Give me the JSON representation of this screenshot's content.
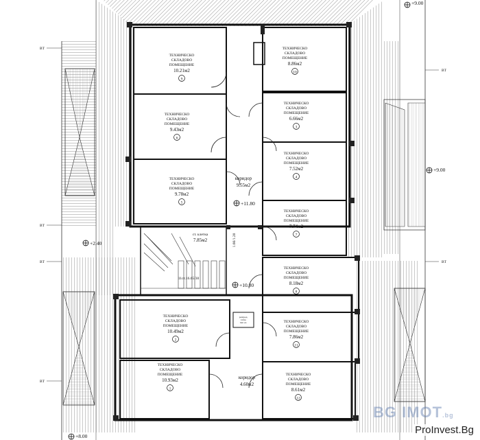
{
  "rooms": [
    {
      "id": "9",
      "line1": "ТЕХНИЧЕСКО",
      "line2": "СКЛАДОВО",
      "line3": "ПОМЕЩЕНИЕ",
      "area": "10.21м2",
      "num": "9"
    },
    {
      "id": "10",
      "line1": "ТЕХНИЧЕСКО",
      "line2": "СКЛАДОВО",
      "line3": "ПОМЕЩЕНИЕ",
      "area": "8.86м2",
      "num": "10"
    },
    {
      "id": "6",
      "line1": "ТЕХНИЧЕСКО",
      "line2": "СКЛАДОВО",
      "line3": "ПОМЕЩЕНИЕ",
      "area": "9.43м2",
      "num": "6"
    },
    {
      "id": "3",
      "line1": "ТЕХНИЧЕСКО",
      "line2": "СКЛАДОВО",
      "line3": "ПОМЕЩЕНИЕ",
      "area": "6.66м2",
      "num": "3"
    },
    {
      "id": "4",
      "line1": "ТЕХНИЧЕСКО",
      "line2": "СКЛАДОВО",
      "line3": "ПОМЕЩЕНИЕ",
      "area": "7.52м2",
      "num": "4"
    },
    {
      "id": "5",
      "line1": "ТЕХНИЧЕСКО",
      "line2": "СКЛАДОВО",
      "line3": "ПОМЕЩЕНИЕ",
      "area": "9.78м2",
      "num": "5"
    },
    {
      "id": "7",
      "line1": "ТЕХНИЧЕСКО",
      "line2": "СКЛАДОВО",
      "line3": "ПОМЕЩЕНИЕ",
      "area": "7.74м2",
      "num": "7"
    },
    {
      "id": "8",
      "line1": "ТЕХНИЧЕСКО",
      "line2": "СКЛАДОВО",
      "line3": "ПОМЕЩЕНИЕ",
      "area": "8.18м2",
      "num": "8"
    },
    {
      "id": "2",
      "line1": "ТЕХНИЧЕСКО",
      "line2": "СКЛАДОВО",
      "line3": "ПОМЕЩЕНИЕ",
      "area": "10.49м2",
      "num": "2"
    },
    {
      "id": "11",
      "line1": "ТЕХНИЧЕСКО",
      "line2": "СКЛАДОВО",
      "line3": "ПОМЕЩЕНИЕ",
      "area": "7.86м2",
      "num": "11"
    },
    {
      "id": "1",
      "line1": "ТЕХНИЧЕСКО",
      "line2": "СКЛАДОВО",
      "line3": "ПОМЕЩЕНИЕ",
      "area": "10.93м2",
      "num": "1"
    },
    {
      "id": "12",
      "line1": "ТЕХНИЧЕСКО",
      "line2": "СКЛАДОВО",
      "line3": "ПОМЕЩЕНИЕ",
      "area": "8.61м2",
      "num": "12"
    }
  ],
  "corridor_top": {
    "name": "коридор",
    "area": "9.55м2"
  },
  "corridor_bottom": {
    "name": "коридор",
    "area": "4.60м2"
  },
  "stair_hall": {
    "name": "ст. клетка",
    "area": "7.85м2"
  },
  "stair_note": "11ст.16.65/30",
  "levels": {
    "top_right": "+9.00",
    "right_mid": "+9.00",
    "left_mid": "+2.40",
    "corridor_upper": "+11.80",
    "corridor_lower": "+10.80",
    "bottom_left": "+8.00"
  },
  "axis_tags": {
    "left": [
      "ВТ",
      "ВТ",
      "ВТ",
      "ВТ"
    ],
    "right": [
      "ВТ",
      "ВТ"
    ]
  },
  "vertical_dim": "1.66/1.20",
  "small_panel": [
    "разпред.",
    "табло",
    "тип ел."
  ],
  "watermark_logo": "BG IMOT",
  "watermark_logo_sup": ".bg",
  "watermark_site": "ProInvest.Bg"
}
